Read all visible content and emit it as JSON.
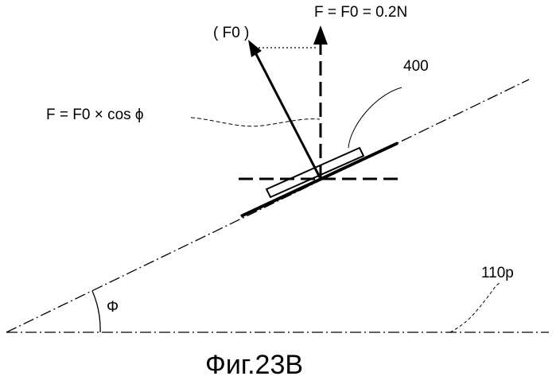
{
  "figure": {
    "caption": "Фиг.23B",
    "labels": {
      "force_formula_top": "F = F0 = 0.2N",
      "f0_label": "( F0 )",
      "cos_formula": "F = F0 × cos ϕ",
      "ref_400": "400",
      "ref_110p": "110p",
      "angle_phi": "Φ"
    }
  }
}
